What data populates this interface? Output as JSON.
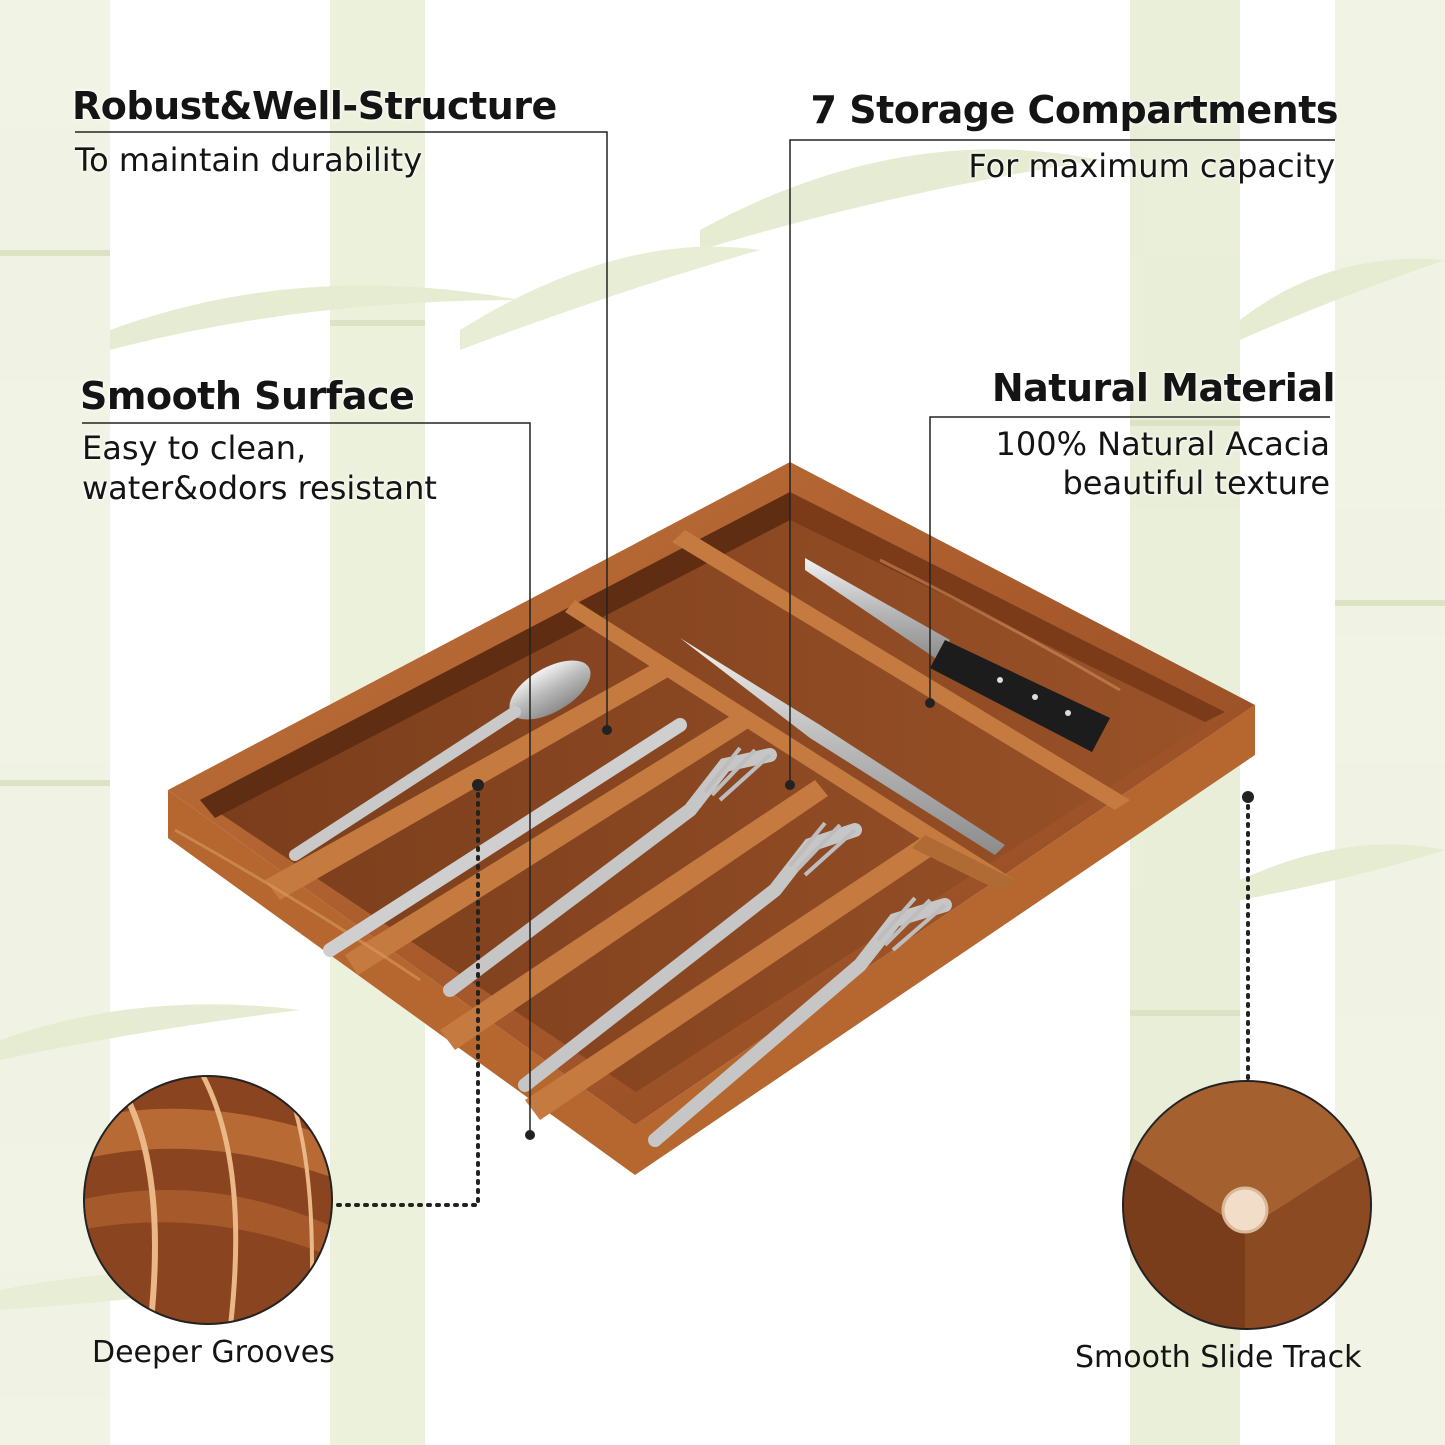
{
  "features": {
    "robust": {
      "title": "Robust&Well-Structure",
      "subtitle": "To maintain durability"
    },
    "compartments": {
      "title": "7 Storage Compartments",
      "subtitle": "For maximum capacity"
    },
    "smooth": {
      "title": "Smooth Surface",
      "line1": "Easy to clean,",
      "line2": "water&odors resistant"
    },
    "natural": {
      "title": "Natural Material",
      "line1": "100% Natural Acacia",
      "line2": "beautiful texture"
    }
  },
  "callouts": {
    "grooves": "Deeper Grooves",
    "slide": "Smooth Slide Track"
  },
  "colors": {
    "wood": "#a85a2c",
    "wood_dark": "#6e3516",
    "wood_light": "#d99a62",
    "bamboo": "#dfe6c8",
    "text": "#141414"
  },
  "icons": [
    "bamboo-background",
    "fork-icon",
    "knife-icon",
    "spoon-icon",
    "chef-knife-icon"
  ]
}
